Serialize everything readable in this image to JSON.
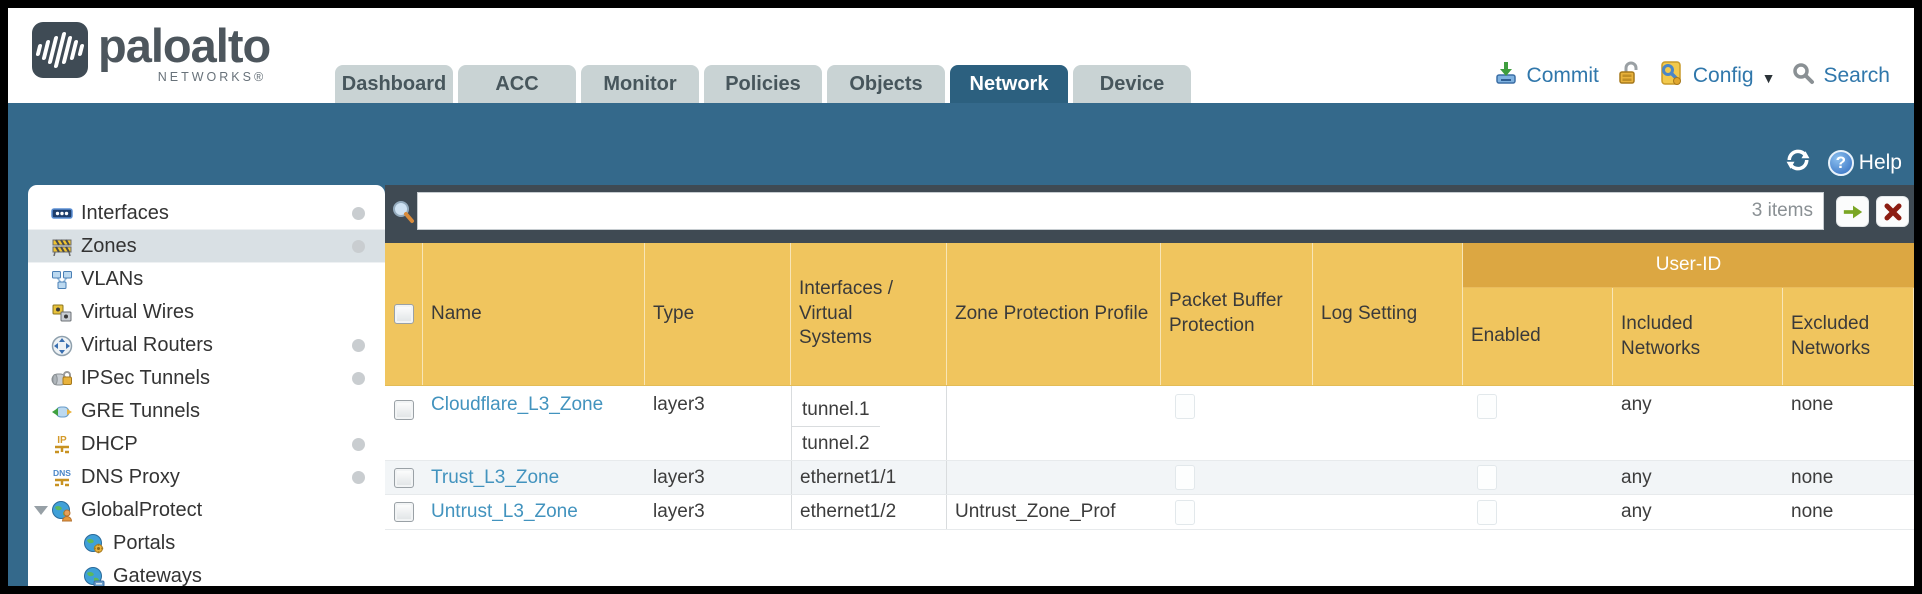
{
  "brand": {
    "name": "paloalto",
    "sub": "NETWORKS®"
  },
  "tabs": [
    {
      "label": "Dashboard",
      "active": false
    },
    {
      "label": "ACC",
      "active": false
    },
    {
      "label": "Monitor",
      "active": false
    },
    {
      "label": "Policies",
      "active": false
    },
    {
      "label": "Objects",
      "active": false
    },
    {
      "label": "Network",
      "active": true
    },
    {
      "label": "Device",
      "active": false
    }
  ],
  "header_actions": {
    "commit": "Commit",
    "config": "Config",
    "config_caret": "▼",
    "search": "Search"
  },
  "toolbar": {
    "help_label": "Help",
    "help_glyph": "?"
  },
  "sidebar": {
    "items": [
      {
        "label": "Interfaces",
        "icon": "interfaces-icon",
        "has_dot": true
      },
      {
        "label": "Zones",
        "icon": "zones-icon",
        "has_dot": true,
        "selected": true
      },
      {
        "label": "VLANs",
        "icon": "vlans-icon",
        "has_dot": false
      },
      {
        "label": "Virtual Wires",
        "icon": "virtual-wires-icon",
        "has_dot": false
      },
      {
        "label": "Virtual Routers",
        "icon": "virtual-routers-icon",
        "has_dot": true
      },
      {
        "label": "IPSec Tunnels",
        "icon": "ipsec-tunnels-icon",
        "has_dot": true
      },
      {
        "label": "GRE Tunnels",
        "icon": "gre-tunnels-icon",
        "has_dot": false
      },
      {
        "label": "DHCP",
        "icon": "dhcp-icon",
        "has_dot": true
      },
      {
        "label": "DNS Proxy",
        "icon": "dns-proxy-icon",
        "has_dot": true
      },
      {
        "label": "GlobalProtect",
        "icon": "globalprotect-icon",
        "has_dot": false,
        "expanded": true
      },
      {
        "label": "Portals",
        "icon": "portals-icon",
        "has_dot": false,
        "indent": true
      },
      {
        "label": "Gateways",
        "icon": "gateways-icon",
        "has_dot": false,
        "indent": true
      }
    ]
  },
  "search": {
    "value": "",
    "count": "3 items"
  },
  "table": {
    "group_header": "User-ID",
    "columns": [
      "Name",
      "Type",
      "Interfaces / Virtual Systems",
      "Zone Protection Profile",
      "Packet Buffer Protection",
      "Log Setting",
      "Enabled",
      "Included Networks",
      "Excluded Networks"
    ],
    "rows": [
      {
        "name": "Cloudflare_L3_Zone",
        "type": "layer3",
        "interfaces": [
          "tunnel.1",
          "tunnel.2"
        ],
        "zone_protection_profile": "",
        "packet_buffer_protection_checked": false,
        "log_setting": "",
        "user_id_enabled_checked": false,
        "included_networks": "any",
        "excluded_networks": "none"
      },
      {
        "name": "Trust_L3_Zone",
        "type": "layer3",
        "interfaces": [
          "ethernet1/1"
        ],
        "zone_protection_profile": "",
        "packet_buffer_protection_checked": false,
        "log_setting": "",
        "user_id_enabled_checked": false,
        "included_networks": "any",
        "excluded_networks": "none"
      },
      {
        "name": "Untrust_L3_Zone",
        "type": "layer3",
        "interfaces": [
          "ethernet1/2"
        ],
        "zone_protection_profile": "Untrust_Zone_Prof",
        "packet_buffer_protection_checked": false,
        "log_setting": "",
        "user_id_enabled_checked": false,
        "included_networks": "any",
        "excluded_networks": "none"
      }
    ]
  },
  "colors": {
    "teal_band": "#34698b",
    "active_tab": "#2c607f",
    "inactive_tab": "#c9d3d4",
    "slate_toolbar": "#3f4a53",
    "table_header_gold": "#f0c55e",
    "user_id_band_gold": "#dca742",
    "link_blue": "#4293be",
    "action_blue": "#3077ab",
    "alt_row": "#f2f5f7"
  }
}
